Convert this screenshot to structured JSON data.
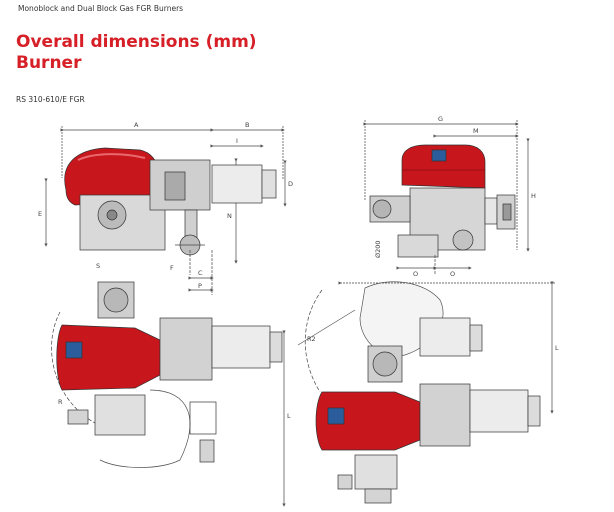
{
  "header": {
    "series_label": "Monoblock and Dual Block Gas FGR Burners"
  },
  "title": {
    "line1": "Overall dimensions (mm)",
    "line2": "Burner"
  },
  "model": {
    "label": "RS 310-610/E FGR"
  },
  "dimension_labels": {
    "A": "A",
    "B": "B",
    "I": "I",
    "D": "D",
    "E": "E",
    "N": "N",
    "S": "S",
    "F": "F",
    "C": "C",
    "P": "P",
    "G": "G",
    "M": "M",
    "H": "H",
    "O": "O",
    "phi200": "Ø200",
    "R": "R",
    "R2": "R2",
    "L": "L",
    "L2": "L"
  },
  "colors": {
    "brand_red": "#d61f26",
    "burner_red": "#c8161d",
    "window_blue": "#2b5d9c"
  }
}
